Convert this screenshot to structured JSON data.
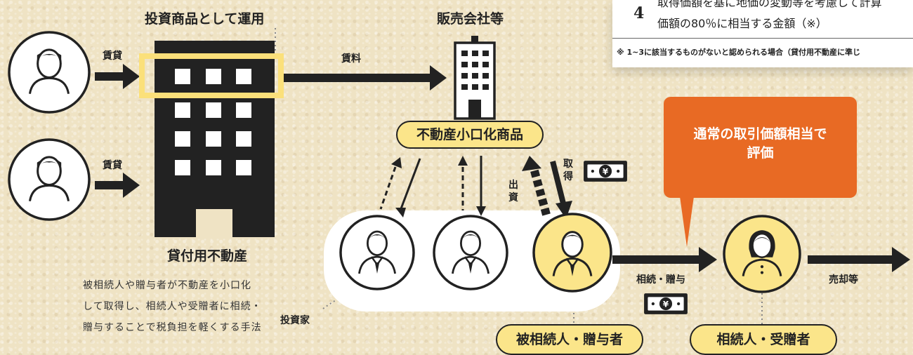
{
  "note": {
    "number": "4",
    "line1": "取得価額を基に地価の変動等を考慮して計算",
    "line2": "価額の80％に相当する金額（※）",
    "footnote": "※ 1~3に該当するものがないと認められる場合（貸付用不動産に準じ"
  },
  "labels": {
    "investment_title": "投資商品として運用",
    "sales_company": "販売会社等",
    "rent_top": "賃貸",
    "rent_bottom": "賃貸",
    "rent_fee": "賃料",
    "rental_property": "貸付用不動産",
    "fractional_product": "不動産小口化商品",
    "acquire": "取得",
    "invest": "出資",
    "inherit_gift": "相続・贈与",
    "sale": "売却等",
    "investors": "投資家",
    "decedent_donor": "被相続人・贈与者",
    "heir_donee": "相続人・受贈者"
  },
  "callout": {
    "line1": "通常の取引価額相当で",
    "line2": "評価"
  },
  "description": [
    "被相続人や贈与者が不動産を小口化",
    "して取得し、相続人や受贈者に相続・",
    "贈与することで税負担を軽くする手法"
  ],
  "colors": {
    "accent_yellow": "#fbe58a",
    "highlight_yellow": "#fbe07a",
    "callout_orange": "#e86a24",
    "ink": "#222222"
  },
  "icons": {
    "person": "person-icon",
    "building": "building-icon",
    "money": "yen-banknote-icon"
  }
}
